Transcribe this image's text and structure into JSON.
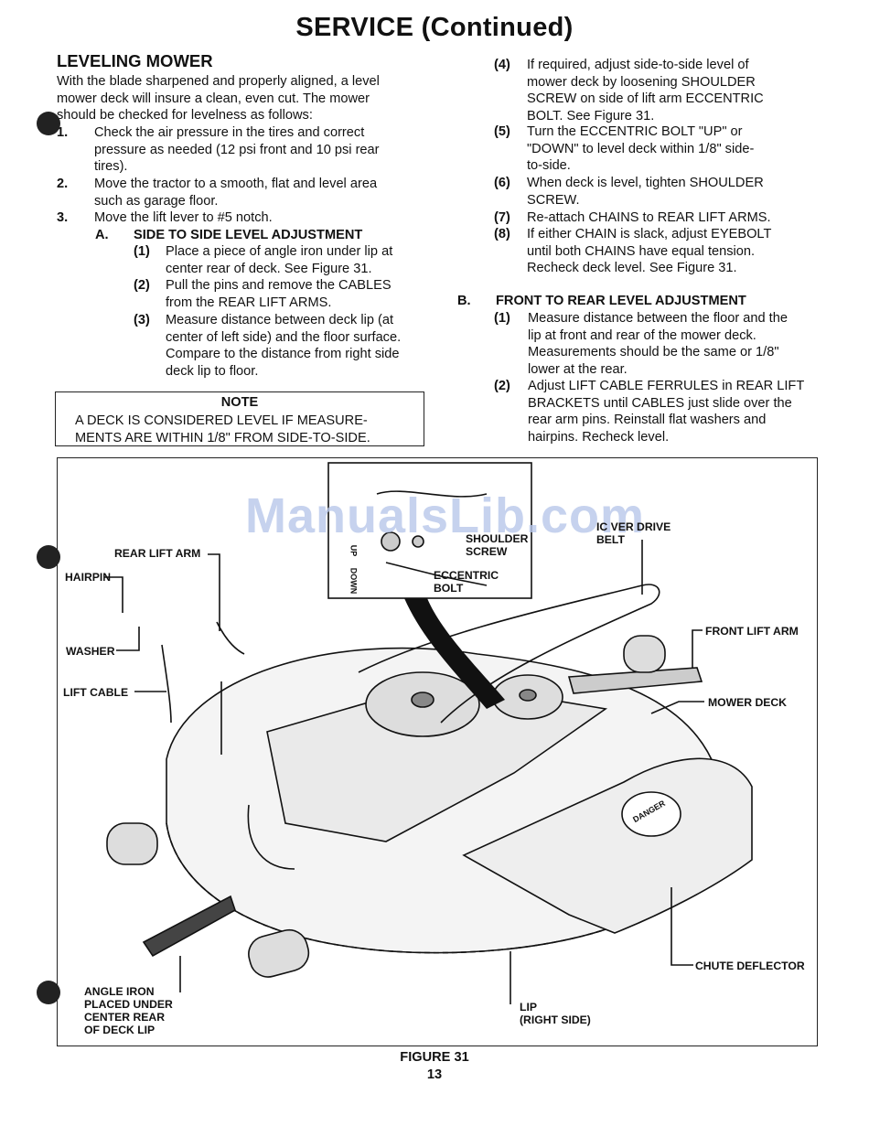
{
  "page_title": "SERVICE (Continued)",
  "section_heading": "LEVELING MOWER",
  "intro_lines": [
    "With the blade sharpened and properly aligned, a level",
    "mower deck will insure a clean, even cut.  The mower",
    "should be checked for levelness as follows:"
  ],
  "steps": [
    {
      "num": "1.",
      "lines": [
        "Check the air pressure in the tires and correct",
        "pressure as needed (12 psi front and 10 psi rear",
        "tires)."
      ]
    },
    {
      "num": "2.",
      "lines": [
        "Move the tractor to a smooth, flat and level area",
        "such as garage floor."
      ]
    },
    {
      "num": "3.",
      "lines": [
        "Move the lift lever to #5 notch."
      ]
    }
  ],
  "side_adjust": {
    "letter": "A.",
    "heading": "SIDE TO SIDE LEVEL ADJUSTMENT",
    "items": [
      {
        "num": "(1)",
        "lines": [
          "Place a piece of angle iron under lip at",
          "center rear of deck.  See Figure 31."
        ]
      },
      {
        "num": "(2)",
        "lines": [
          "Pull the pins and remove the CABLES",
          "from the REAR LIFT ARMS."
        ]
      },
      {
        "num": "(3)",
        "lines": [
          "Measure distance between deck lip (at",
          "center of left side) and the floor surface.",
          "Compare to the distance from right side",
          "deck lip to floor."
        ]
      }
    ]
  },
  "note": {
    "title": "NOTE",
    "lines": [
      "A DECK IS CONSIDERED LEVEL IF MEASURE-",
      "MENTS ARE WITHIN 1/8\" FROM SIDE-TO-SIDE."
    ]
  },
  "side_adjust_cont": [
    {
      "num": "(4)",
      "lines": [
        "If required, adjust side-to-side level of",
        "mower deck by loosening SHOULDER",
        "SCREW on side of lift arm ECCENTRIC",
        "BOLT.  See Figure 31."
      ]
    },
    {
      "num": "(5)",
      "lines": [
        "Turn the ECCENTRIC BOLT \"UP\" or",
        "\"DOWN\" to level deck within 1/8\" side-",
        "to-side."
      ]
    },
    {
      "num": "(6)",
      "lines": [
        "When deck is level, tighten SHOULDER",
        "SCREW."
      ]
    },
    {
      "num": "(7)",
      "lines": [
        "Re-attach CHAINS to REAR LIFT ARMS."
      ]
    },
    {
      "num": "(8)",
      "lines": [
        "If either CHAIN is slack, adjust EYEBOLT",
        "until both CHAINS have equal tension.",
        "Recheck deck level.  See Figure 31."
      ]
    }
  ],
  "front_adjust": {
    "letter": "B.",
    "heading": "FRONT TO REAR LEVEL ADJUSTMENT",
    "items": [
      {
        "num": "(1)",
        "lines": [
          "Measure distance between the floor and the",
          "lip at front and rear of the mower deck.",
          "Measurements should be the same or 1/8\"",
          "lower at the rear."
        ]
      },
      {
        "num": "(2)",
        "lines": [
          "Adjust LIFT CABLE FERRULES in REAR LIFT",
          "BRACKETS until CABLES just slide over the",
          "rear arm pins.  Reinstall flat washers and",
          "hairpins.  Recheck level."
        ]
      }
    ]
  },
  "figure_labels": {
    "rear_lift_arm": "REAR LIFT ARM",
    "hairpin": "HAIRPIN",
    "washer": "WASHER",
    "lift_cable": "LIFT CABLE",
    "shoulder_screw_1": "SHOULDER",
    "shoulder_screw_2": "SCREW",
    "eccentric_bolt_1": "ECCENTRIC",
    "eccentric_bolt_2": "BOLT",
    "drive_belt_1": "IC  VER DRIVE",
    "drive_belt_2": "BELT",
    "front_lift_arm": "FRONT LIFT ARM",
    "mower_deck": "MOWER DECK",
    "chute_deflector": "CHUTE DEFLECTOR",
    "lip_1": "LIP",
    "lip_2": "(RIGHT SIDE)",
    "angle_iron": [
      "ANGLE IRON",
      "PLACED UNDER",
      "CENTER REAR",
      "OF DECK LIP"
    ],
    "up": "UP",
    "down": "DOWN",
    "decal": "DANGER"
  },
  "watermark": "ManualsLib.com",
  "figure_caption": "FIGURE 31",
  "page_number": "13"
}
